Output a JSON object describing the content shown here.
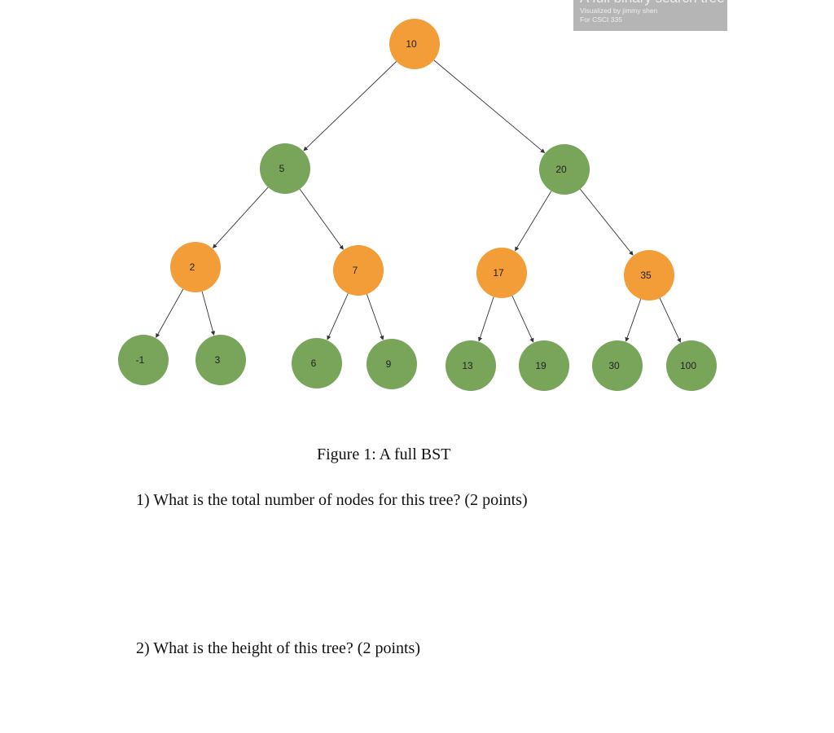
{
  "banner": {
    "title": "A full binary search tree",
    "line1": "Visualized by jimmy shen",
    "line2": "For CSCI 335"
  },
  "colors": {
    "orange": "#f29d38",
    "green": "#78a55a",
    "edge": "#333333"
  },
  "tree": {
    "nodes": [
      {
        "id": "10",
        "label": "10",
        "color": "orange"
      },
      {
        "id": "5",
        "label": "5",
        "color": "green"
      },
      {
        "id": "20",
        "label": "20",
        "color": "green"
      },
      {
        "id": "2",
        "label": "2",
        "color": "orange"
      },
      {
        "id": "7",
        "label": "7",
        "color": "orange"
      },
      {
        "id": "17",
        "label": "17",
        "color": "orange"
      },
      {
        "id": "35",
        "label": "35",
        "color": "orange"
      },
      {
        "id": "-1",
        "label": "-1",
        "color": "green"
      },
      {
        "id": "3",
        "label": "3",
        "color": "green"
      },
      {
        "id": "6",
        "label": "6",
        "color": "green"
      },
      {
        "id": "9",
        "label": "9",
        "color": "green"
      },
      {
        "id": "13",
        "label": "13",
        "color": "green"
      },
      {
        "id": "19",
        "label": "19",
        "color": "green"
      },
      {
        "id": "30",
        "label": "30",
        "color": "green"
      },
      {
        "id": "100",
        "label": "100",
        "color": "green"
      }
    ],
    "edges": [
      [
        "10",
        "5"
      ],
      [
        "10",
        "20"
      ],
      [
        "5",
        "2"
      ],
      [
        "5",
        "7"
      ],
      [
        "20",
        "17"
      ],
      [
        "20",
        "35"
      ],
      [
        "2",
        "-1"
      ],
      [
        "2",
        "3"
      ],
      [
        "7",
        "6"
      ],
      [
        "7",
        "9"
      ],
      [
        "17",
        "13"
      ],
      [
        "17",
        "19"
      ],
      [
        "35",
        "30"
      ],
      [
        "35",
        "100"
      ]
    ]
  },
  "caption": "Figure 1: A full BST",
  "questions": [
    "1) What is the total number of nodes for this tree? (2 points)",
    "2) What is the height of this tree? (2 points)"
  ]
}
